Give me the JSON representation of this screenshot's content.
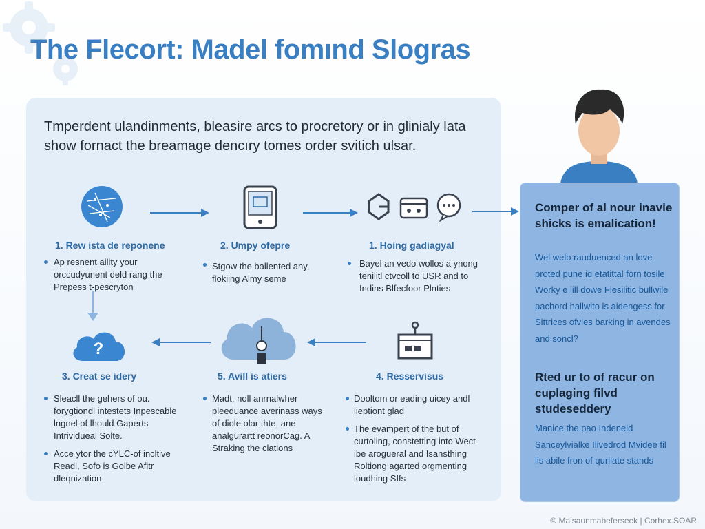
{
  "title": "The Flecort: Madel fomınd Slogras",
  "intro": "Tmperdent ulandinments, bleasire arcs to procretory or in glinialy lata show fornact the breamage dencıry tomes order svitich ulsar.",
  "steps": [
    {
      "title": "1. Rew ista de reponene",
      "text": "Ap resnent aility your orccudyunent deld rang the Prepess t-pescryton",
      "bullets": 1,
      "icon": "network-globe-icon"
    },
    {
      "title": "2. Umpy ofepre",
      "text": "Stgow the ballented any, flokiing Almy seme",
      "bullets": 1,
      "icon": "tablet-icon"
    },
    {
      "title": "1. Hoing gadiagyal",
      "text": "Bayel an vedo wollos a ynong tenilitl ctvcoll to USR and to Indins Blfecfoor Plnties",
      "bullets": 1,
      "icon": "gear-chat-icon"
    },
    {
      "title": "3. Creat se idery",
      "text": "Sleacll the gehers of ou. forygtiondl intestets Inpescable lngnel of lhould Gaperts Intrividueal Solte.",
      "text2": "Acce ytor the cYLC-of incltive Readl, Sofo is Golbe Afitr dleqnization",
      "icon": "cloud-question-icon"
    },
    {
      "title": "5. Avill is atiers",
      "text": "Madt, noll anrnalwher pleeduance averinass ways of diole olar thte, ane analgurartt reonorCag. A Straking the clations",
      "icon": "cloud-connector-icon"
    },
    {
      "title": "4. Resservisus",
      "text": "Dooltom or eading uicey andl lieptiont glad",
      "text2": "The evampert of the but of curtoling, constetting into Wect-ibe arogueral and Isansthing Roltiong agarted orgmenting loudhing SIfs",
      "icon": "server-box-icon"
    }
  ],
  "sidebar": {
    "heading1": "Comper of al nour inavie shicks is emalication!",
    "body1": "Wel welo rauduenced an love proted pune id etatittal forn tosile Worky e lill dowe Flesilitic bullwile pachord hallwito ls aidengess for Sittrices ofvles barking in avendes and soncl?",
    "heading2": "Rted ur to of racur on cuplaging filvd studeseddery",
    "body2": "Manice the pao Indeneld Sanceylvialke Ilivedrod Mvidee fil lis abile fron of qurilate stands"
  },
  "footer": "© Malsaunmabeferseek | Corhex.SOAR",
  "colors": {
    "accent": "#3a7fc2",
    "panel": "#e4eef8",
    "sidebar": "#8fb6e2",
    "heading_blue": "#2d6aa6"
  }
}
